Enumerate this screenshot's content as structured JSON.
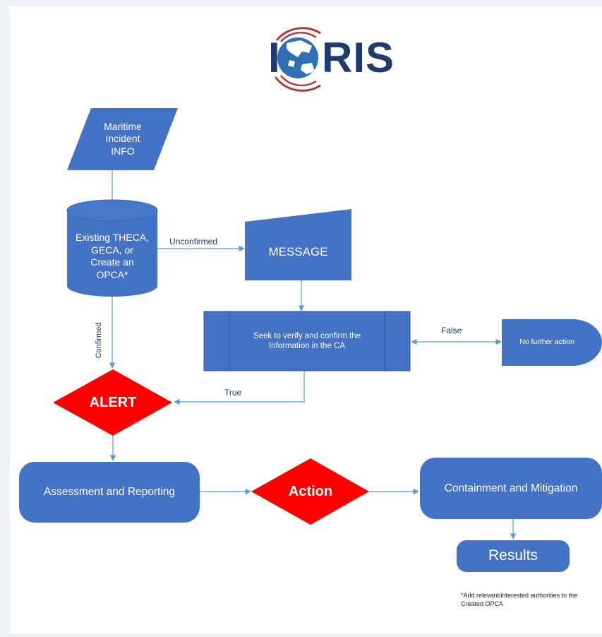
{
  "logo": {
    "text": "IORIS",
    "letters_after_globe": "RIS",
    "letter_before_globe": "I"
  },
  "nodes": {
    "input": {
      "lines": [
        "Maritime",
        "Incident",
        "INFO"
      ]
    },
    "database": {
      "lines": [
        "Existing THECA,",
        "GECA, or",
        "Create an",
        "OPCA*"
      ]
    },
    "message": {
      "label": "MESSAGE"
    },
    "verify": {
      "label": "Seek to verify and confirm the Information in the CA"
    },
    "no_action": {
      "label": "No further action"
    },
    "alert": {
      "label": "ALERT"
    },
    "assessment": {
      "label": "Assessment and Reporting"
    },
    "action": {
      "label": "Action"
    },
    "containment": {
      "label": "Containment and Mitigation"
    },
    "results": {
      "label": "Results"
    }
  },
  "edges": {
    "unconfirmed": "Unconfirmed",
    "confirmed": "Confirmed",
    "false": "False",
    "true": "True"
  },
  "footnote": "*Add relevant/interested authorities to the Created OPCA",
  "colors": {
    "node_fill": "#4472c4",
    "decision_fill": "#ff0000",
    "connector": "#5b9bd5",
    "logo_text": "#1f3a6d",
    "logo_rings": "#b03a3a"
  }
}
